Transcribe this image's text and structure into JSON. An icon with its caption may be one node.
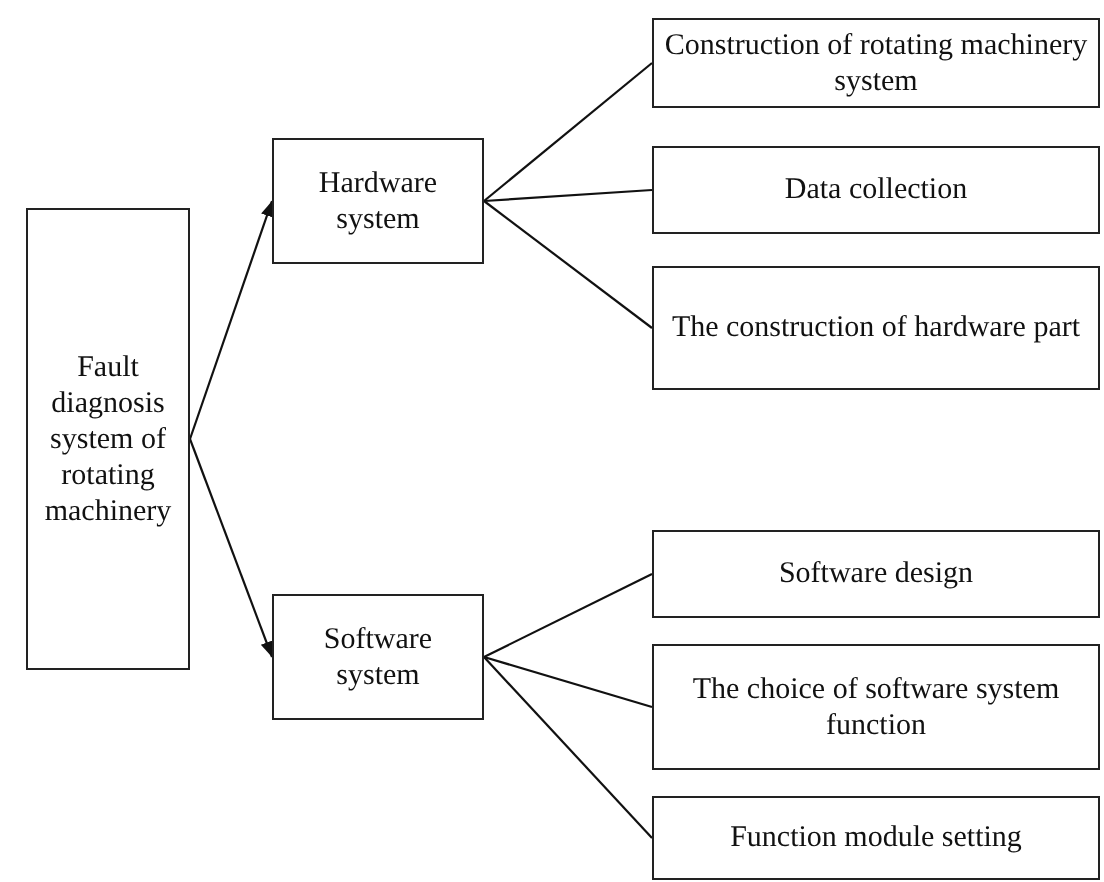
{
  "diagram": {
    "nodes": [
      {
        "text": [
          "Fault diagnosis system of rotating machinery"
        ]
      },
      {
        "text": [
          "Hardware system"
        ]
      },
      {
        "text": [
          "Software system"
        ]
      },
      {
        "text": [
          "Construction of rotating machinery system"
        ]
      },
      {
        "text": [
          "Data collection"
        ]
      },
      {
        "text": [
          "The construction of hardware part"
        ]
      },
      {
        "text": [
          "Software design"
        ]
      },
      {
        "text": [
          "The choice of software system function"
        ]
      },
      {
        "text": [
          "Function module setting"
        ]
      }
    ],
    "edges": [
      {
        "from": 0,
        "to": 1,
        "arrow": "to"
      },
      {
        "from": 0,
        "to": 2,
        "arrow": "to"
      },
      {
        "from": 1,
        "to": 3,
        "arrow": "none"
      },
      {
        "from": 1,
        "to": 4,
        "arrow": "none"
      },
      {
        "from": 1,
        "to": 5,
        "arrow": "none"
      },
      {
        "from": 2,
        "to": 6,
        "arrow": "none"
      },
      {
        "from": 2,
        "to": 7,
        "arrow": "none"
      },
      {
        "from": 2,
        "to": 8,
        "arrow": "none"
      }
    ]
  }
}
